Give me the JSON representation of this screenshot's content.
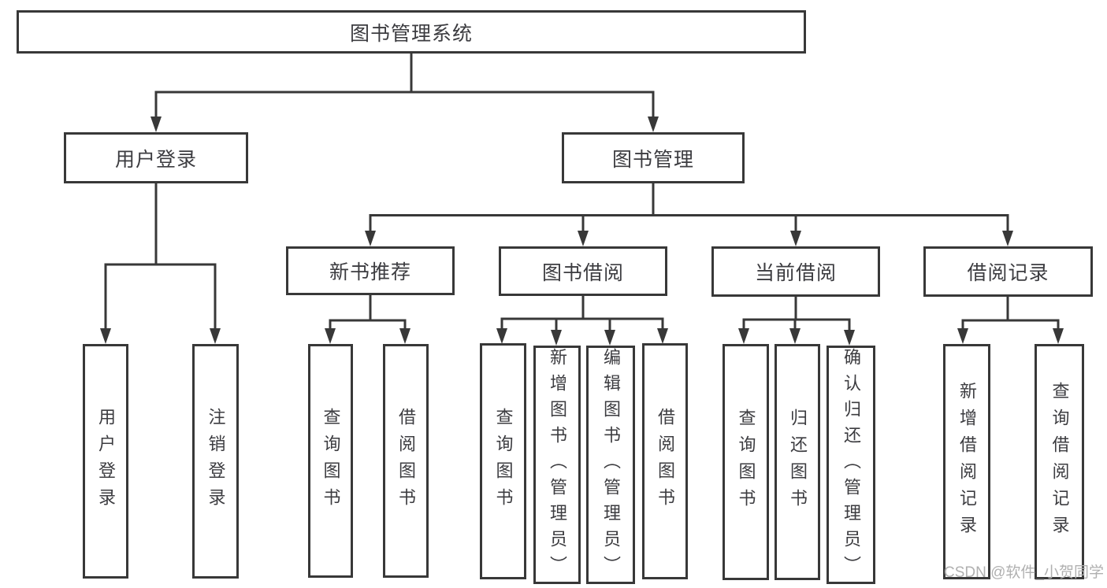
{
  "diagram": {
    "type": "hierarchy-tree",
    "title": "图书管理系统",
    "colors": {
      "line": "#383838",
      "box_border": "#383838",
      "text": "#3c3c40",
      "background": "#ffffff",
      "watermark": "#b0b0b0"
    },
    "nodes": {
      "root": "图书管理系统",
      "login": "用户登录",
      "manage": "图书管理",
      "recommend": "新书推荐",
      "borrow": "图书借阅",
      "current": "当前借阅",
      "records": "借阅记录",
      "login_user": "用户登录",
      "login_logout": "注销登录",
      "rec_query": "查询图书",
      "rec_borrow": "借阅图书",
      "bor_query": "查询图书",
      "bor_add": "新增图书（管理员）",
      "bor_edit": "编辑图书（管理员）",
      "bor_borrow": "借阅图书",
      "cur_query": "查询图书",
      "cur_return": "归还图书",
      "cur_confirm": "确认归还（管理员）",
      "recd_add": "新增借阅记录",
      "recd_query": "查询借阅记录"
    },
    "hierarchy": {
      "图书管理系统": {
        "用户登录": [
          "用户登录",
          "注销登录"
        ],
        "图书管理": {
          "新书推荐": [
            "查询图书",
            "借阅图书"
          ],
          "图书借阅": [
            "查询图书",
            "新增图书（管理员）",
            "编辑图书（管理员）",
            "借阅图书"
          ],
          "当前借阅": [
            "查询图书",
            "归还图书",
            "确认归还（管理员）"
          ],
          "借阅记录": [
            "新增借阅记录",
            "查询借阅记录"
          ]
        }
      }
    },
    "watermark": "CSDN @软件_小贺同学"
  }
}
